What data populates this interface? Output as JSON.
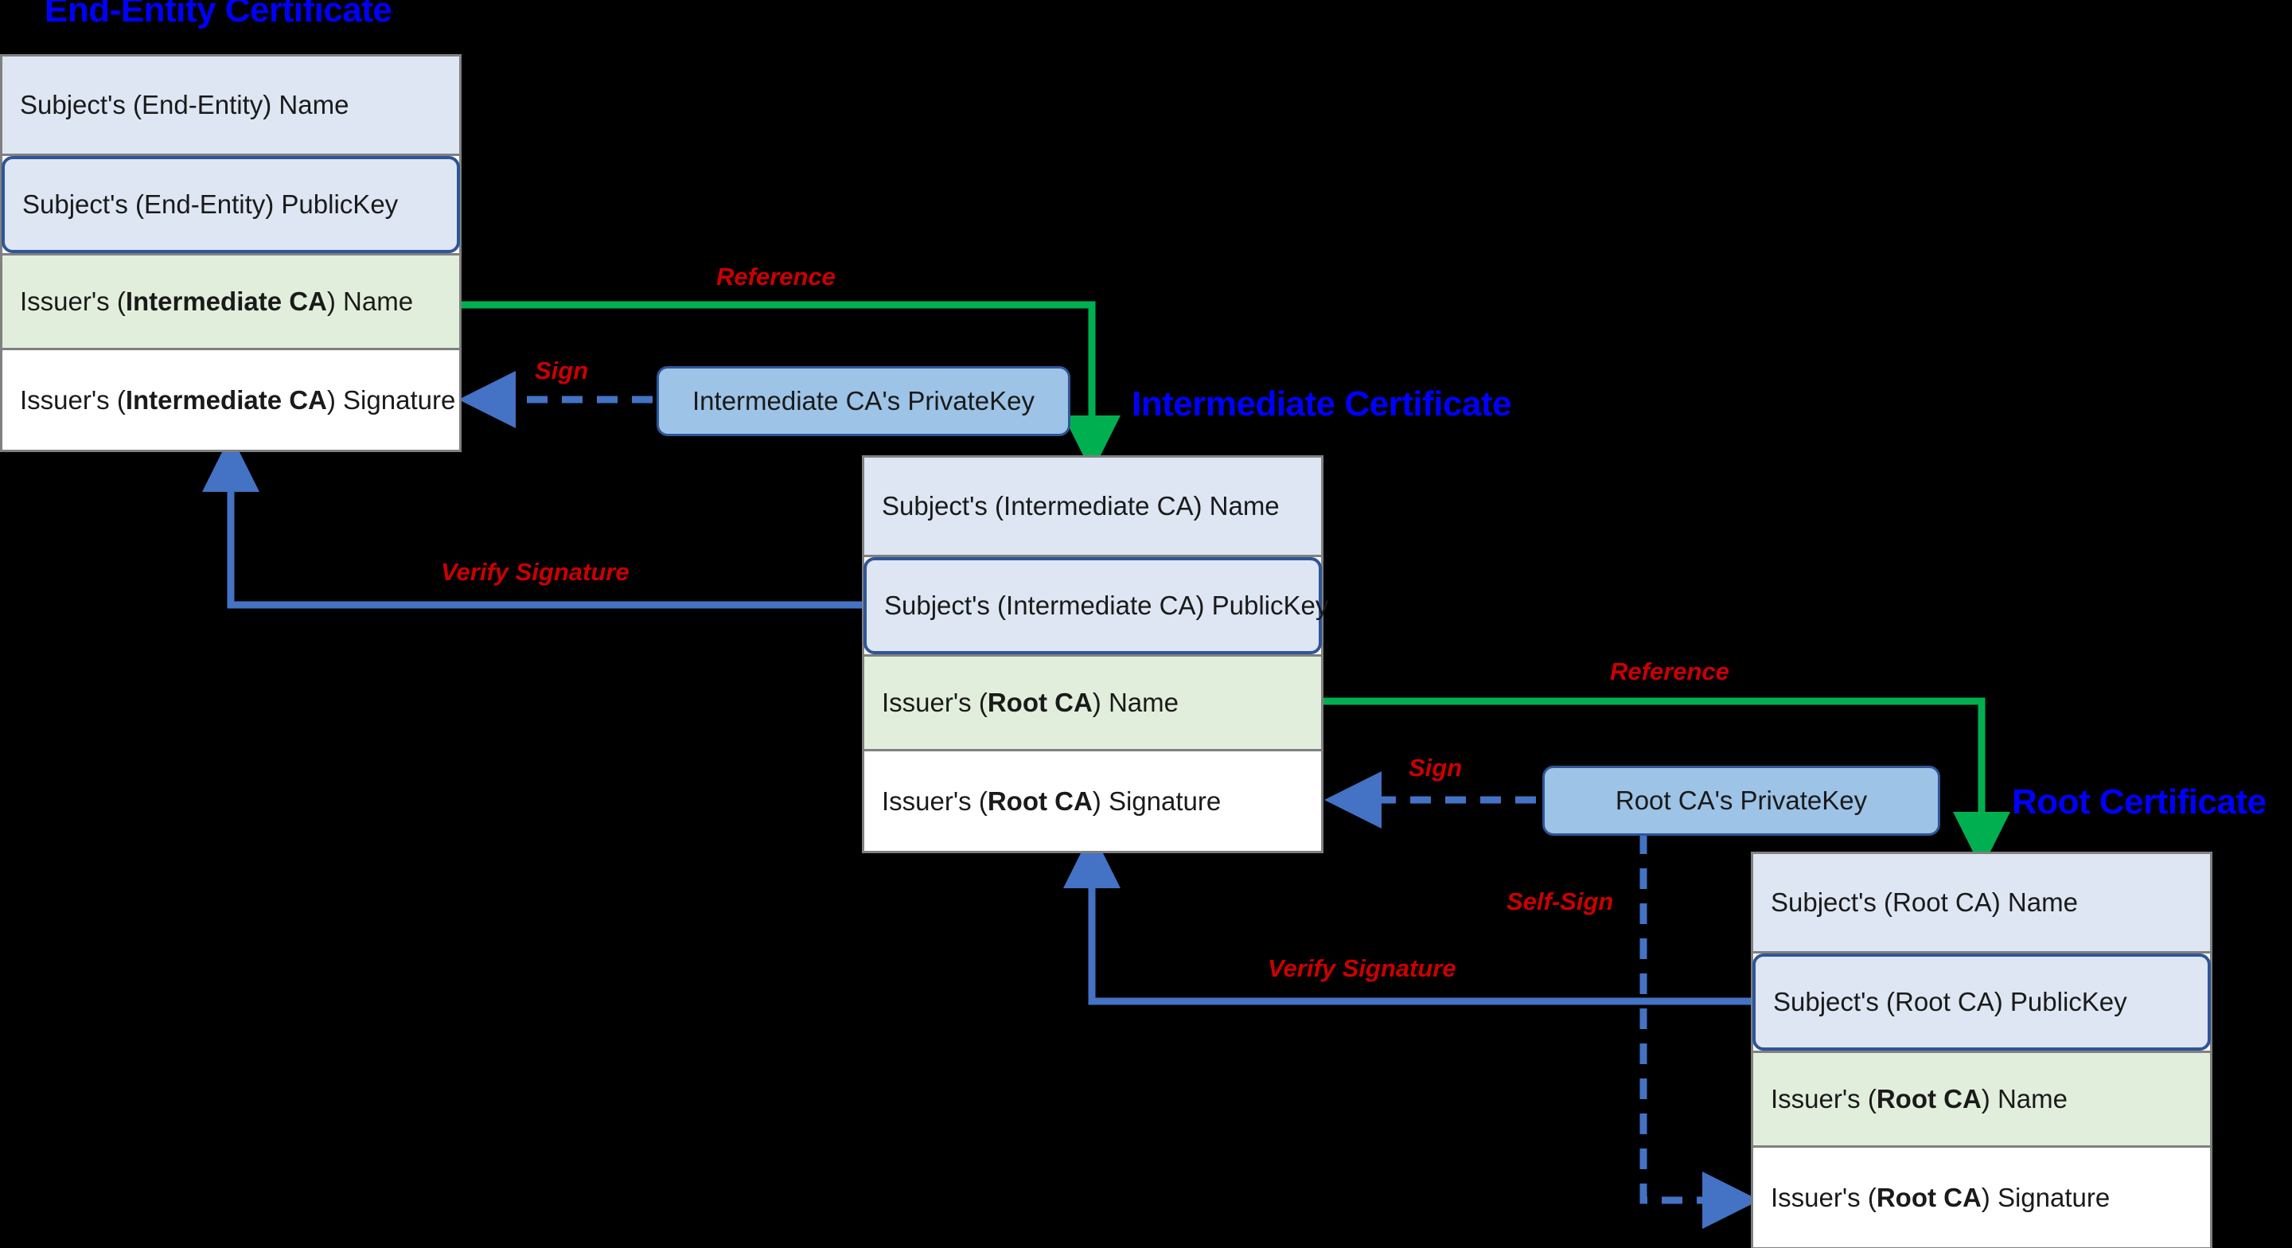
{
  "diagram": {
    "background": "#000000",
    "colors": {
      "title_blue": "#0000ff",
      "label_red": "#cc0000",
      "reference_green": "#00b050",
      "flow_blue": "#4472c4",
      "subject_fill": "#dde6f2",
      "issuer_name_fill": "#e2eedc",
      "signature_fill": "#ffffff",
      "privatekey_fill": "#9dc3e6",
      "box_border": "#808080",
      "pubkey_border": "#2f5597"
    }
  },
  "certificates": [
    {
      "id": "end-entity",
      "title": "End-Entity Certificate",
      "rows": [
        {
          "key": "subject_name",
          "text": "Subject's (End-Entity) Name"
        },
        {
          "key": "subject_publickey",
          "text": "Subject's (End-Entity) PublicKey"
        },
        {
          "key": "issuer_name",
          "prefix": "Issuer's (",
          "bold": "Intermediate CA",
          "suffix": ") Name"
        },
        {
          "key": "issuer_signature",
          "prefix": "Issuer's (",
          "bold": "Intermediate CA",
          "suffix": ") Signature"
        }
      ]
    },
    {
      "id": "intermediate",
      "title": "Intermediate Certificate",
      "rows": [
        {
          "key": "subject_name",
          "text": "Subject's (Intermediate CA) Name"
        },
        {
          "key": "subject_publickey",
          "text": "Subject's (Intermediate CA) PublicKey"
        },
        {
          "key": "issuer_name",
          "prefix": "Issuer's (",
          "bold": "Root CA",
          "suffix": ") Name"
        },
        {
          "key": "issuer_signature",
          "prefix": "Issuer's (",
          "bold": "Root CA",
          "suffix": ") Signature"
        }
      ]
    },
    {
      "id": "root",
      "title": "Root Certificate",
      "rows": [
        {
          "key": "subject_name",
          "text": "Subject's (Root CA) Name"
        },
        {
          "key": "subject_publickey",
          "text": "Subject's (Root CA) PublicKey"
        },
        {
          "key": "issuer_name",
          "prefix": "Issuer's (",
          "bold": "Root CA",
          "suffix": ") Name"
        },
        {
          "key": "issuer_signature",
          "prefix": "Issuer's (",
          "bold": "Root CA",
          "suffix": ") Signature"
        }
      ]
    }
  ],
  "private_keys": [
    {
      "id": "intermediate-ca-privatekey",
      "label": "Intermediate CA's PrivateKey"
    },
    {
      "id": "root-ca-privatekey",
      "label": "Root CA's PrivateKey"
    }
  ],
  "edges": [
    {
      "id": "reference-intermediate",
      "label": "Reference",
      "style": "solid-green"
    },
    {
      "id": "sign-end-entity",
      "label": "Sign",
      "style": "dashed-blue"
    },
    {
      "id": "verify-end-entity",
      "label": "Verify Signature",
      "style": "solid-blue"
    },
    {
      "id": "reference-root",
      "label": "Reference",
      "style": "solid-green"
    },
    {
      "id": "sign-intermediate",
      "label": "Sign",
      "style": "dashed-blue"
    },
    {
      "id": "self-sign-root",
      "label": "Self-Sign",
      "style": "dashed-blue"
    },
    {
      "id": "verify-intermediate",
      "label": "Verify Signature",
      "style": "solid-blue"
    }
  ]
}
